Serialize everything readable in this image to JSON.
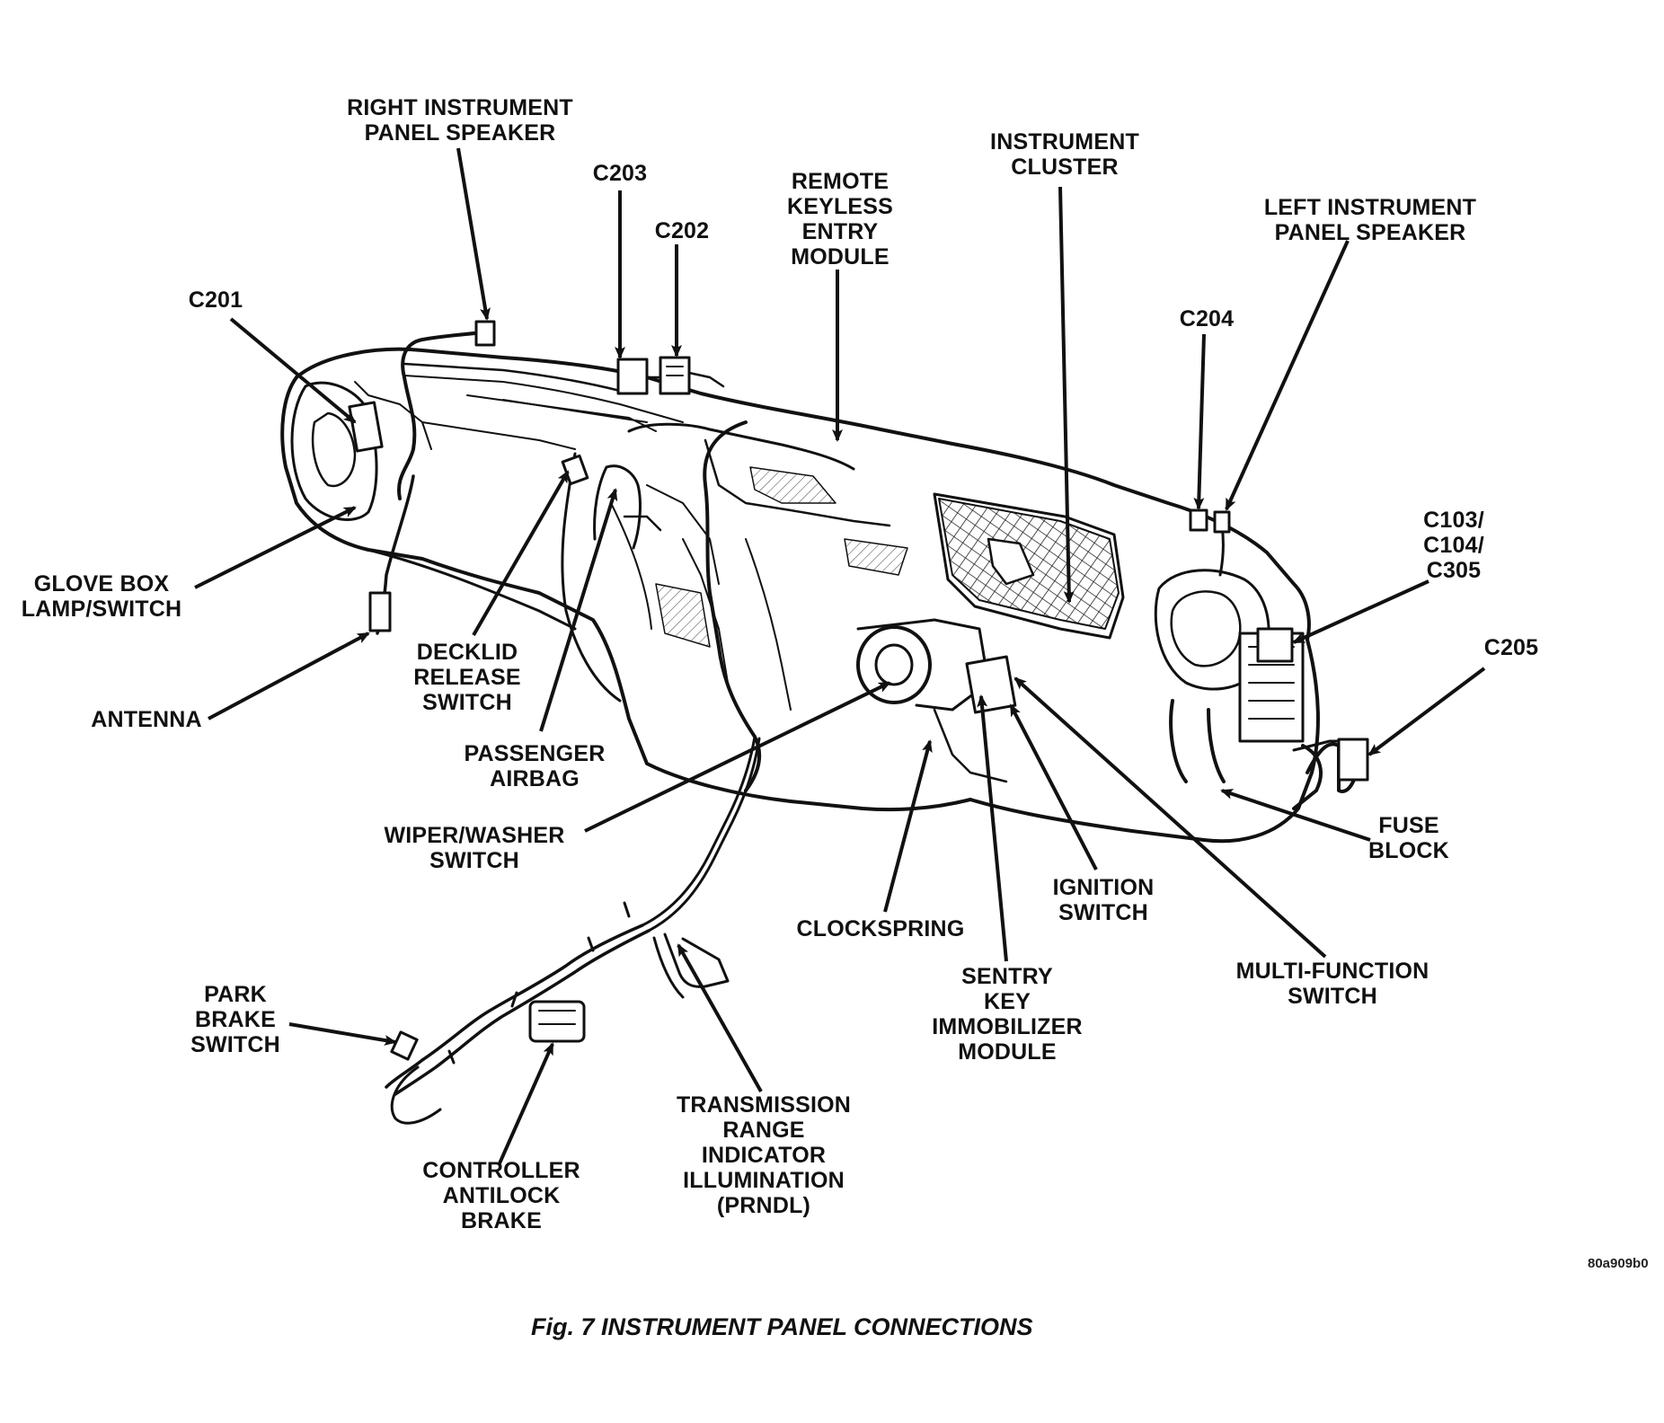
{
  "labels": {
    "right_speaker": "RIGHT INSTRUMENT\nPANEL SPEAKER",
    "c203": "C203",
    "c202": "C202",
    "rke_module": "REMOTE\nKEYLESS\nENTRY\nMODULE",
    "instrument_cluster": "INSTRUMENT\nCLUSTER",
    "left_speaker": "LEFT INSTRUMENT\nPANEL SPEAKER",
    "c201": "C201",
    "c204": "C204",
    "c103_c104_c305": "C103/\nC104/\nC305",
    "c205": "C205",
    "glove_box": "GLOVE BOX\nLAMP/SWITCH",
    "antenna": "ANTENNA",
    "decklid": "DECKLID\nRELEASE\nSWITCH",
    "passenger_airbag": "PASSENGER\nAIRBAG",
    "wiper_washer": "WIPER/WASHER\nSWITCH",
    "fuse_block": "FUSE\nBLOCK",
    "ignition_switch": "IGNITION\nSWITCH",
    "clockspring": "CLOCKSPRING",
    "multi_function": "MULTI-FUNCTION\nSWITCH",
    "sentry_key": "SENTRY\nKEY\nIMMOBILIZER\nMODULE",
    "park_brake": "PARK\nBRAKE\nSWITCH",
    "transmission_range": "TRANSMISSION\nRANGE\nINDICATOR\nILLUMINATION\n(PRNDL)",
    "controller_antilock": "CONTROLLER\nANTILOCK\nBRAKE"
  },
  "image_code": "80a909b0",
  "caption": "Fig. 7 INSTRUMENT PANEL CONNECTIONS",
  "colors": {
    "ink": "#111111",
    "paper": "#ffffff"
  }
}
